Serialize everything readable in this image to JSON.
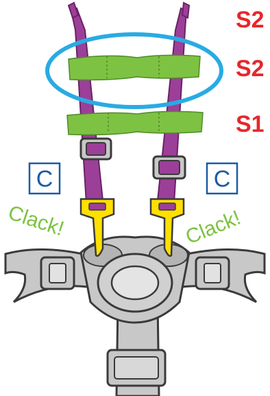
{
  "labels": {
    "slot_top": "S2",
    "slot_middle": "S2",
    "slot_bottom": "S1",
    "buckle_left": "C",
    "buckle_right": "C",
    "sound_left": "Clack!",
    "sound_right": "Clack!"
  },
  "colors": {
    "strap": "#9c3f98",
    "strap_edge": "#6a2266",
    "slot_band": "#7dc242",
    "slot_band_edge": "#4f8a2a",
    "highlight_ellipse": "#29abe2",
    "slot_label": "#e8262b",
    "buckle_label": "#1c5aa6",
    "sound_text": "#7dc242",
    "buckle_clip": "#ffe000",
    "harness_gray": "#c8c8c8",
    "harness_edge": "#3a3a3a"
  }
}
